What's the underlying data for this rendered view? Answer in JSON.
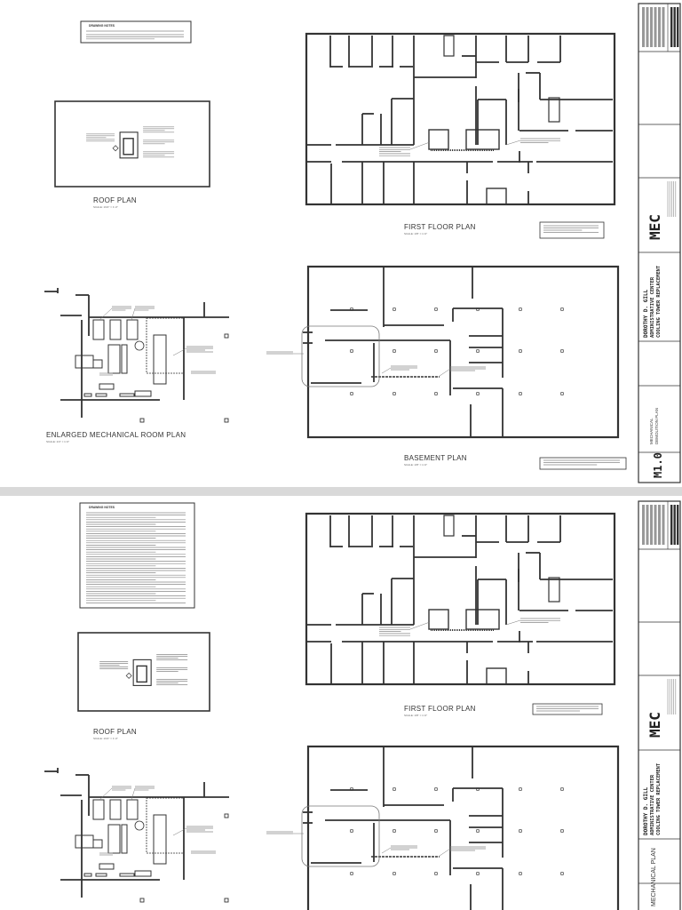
{
  "sheets": [
    {
      "drawing_notes_title": "DRAWING NOTES",
      "roof_plan": {
        "title": "ROOF PLAN",
        "scale": "SCALE: 1/16\" = 1'-0\""
      },
      "first_floor_plan": {
        "title": "FIRST FLOOR PLAN",
        "scale": "SCALE: 1/8\" = 1'-0\""
      },
      "enlarged_mechanical_room_plan": {
        "title": "ENLARGED MECHANICAL ROOM PLAN",
        "scale": "SCALE: 1/4\" = 1'-0\""
      },
      "basement_plan": {
        "title": "BASEMENT PLAN",
        "scale": "SCALE: 1/8\" = 1'-0\""
      },
      "title_block": {
        "firm_logo": "MEC",
        "project_lines": [
          "DOROTHY D. GILL",
          "ADMINISTRATIVE CENTER",
          "COOLING TOWER REPLACEMENT"
        ],
        "sheet_title_lines": [
          "MECHANICAL",
          "DEMOLITION PLAN"
        ],
        "sheet_number": "M1.0"
      }
    },
    {
      "drawing_notes_title": "DRAWING NOTES",
      "roof_plan": {
        "title": "ROOF PLAN",
        "scale": "SCALE: 1/16\" = 1'-0\""
      },
      "first_floor_plan": {
        "title": "FIRST FLOOR PLAN",
        "scale": "SCALE: 1/8\" = 1'-0\""
      },
      "title_block": {
        "firm_logo": "MEC",
        "project_lines": [
          "DOROTHY D. GILL",
          "ADMINISTRATIVE CENTER",
          "COOLING TOWER REPLACEMENT"
        ],
        "sheet_title_lines": [
          "MECHANICAL PLAN"
        ]
      }
    }
  ],
  "colors": {
    "linework": "#333333",
    "paper": "#ffffff",
    "sheet_gap": "#d9d9d9"
  }
}
